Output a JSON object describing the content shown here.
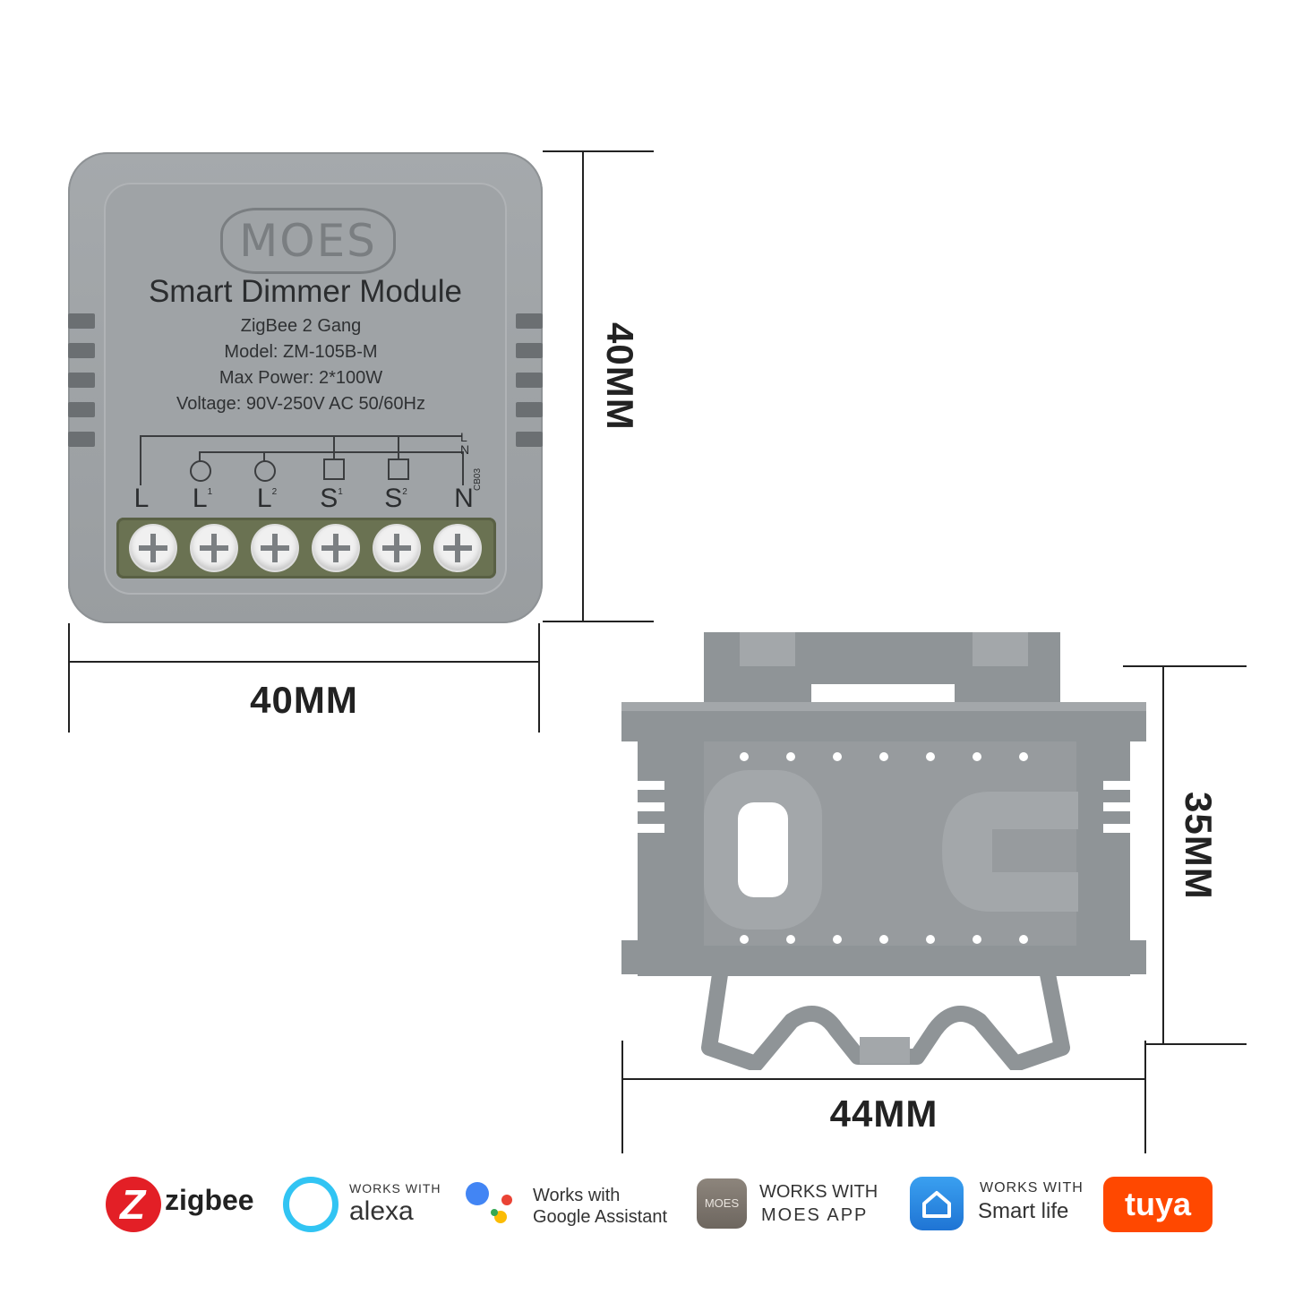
{
  "module": {
    "brand": "MOES",
    "title": "Smart Dimmer Module",
    "subtitle": "ZigBee 2 Gang",
    "model": "Model: ZM-105B-M",
    "power": "Max Power: 2*100W",
    "voltage": "Voltage: 90V-250V AC 50/60Hz",
    "code": "CB03",
    "line_l": "L",
    "line_n": "N",
    "terminals": [
      {
        "label": "L",
        "sup": ""
      },
      {
        "label": "L",
        "sup": "1"
      },
      {
        "label": "L",
        "sup": "2"
      },
      {
        "label": "S",
        "sup": "1"
      },
      {
        "label": "S",
        "sup": "2"
      },
      {
        "label": "N",
        "sup": ""
      }
    ]
  },
  "dimensions": {
    "module_width": "40MM",
    "module_height": "40MM",
    "bracket_width": "44MM",
    "bracket_height": "35MM"
  },
  "logos": {
    "zigbee": "zigbee",
    "alexa_top": "WORKS WITH",
    "alexa_bottom": "alexa",
    "google_top": "Works with",
    "google_bottom": "Google Assistant",
    "moes_icon": "MOES",
    "moes_top": "WORKS WITH",
    "moes_bottom": "MOES APP",
    "smartlife_top": "WORKS WITH",
    "smartlife_bottom": "Smart life",
    "tuya": "tuya"
  },
  "colors": {
    "module_grey": "#9fa3a6",
    "terminal_green": "#6a7252",
    "bracket_grey": "#8f9497",
    "zigbee_red": "#e31f26",
    "alexa_blue": "#31c4f3",
    "tuya_orange": "#ff4800",
    "smartlife_blue": "#2f8ce6"
  }
}
